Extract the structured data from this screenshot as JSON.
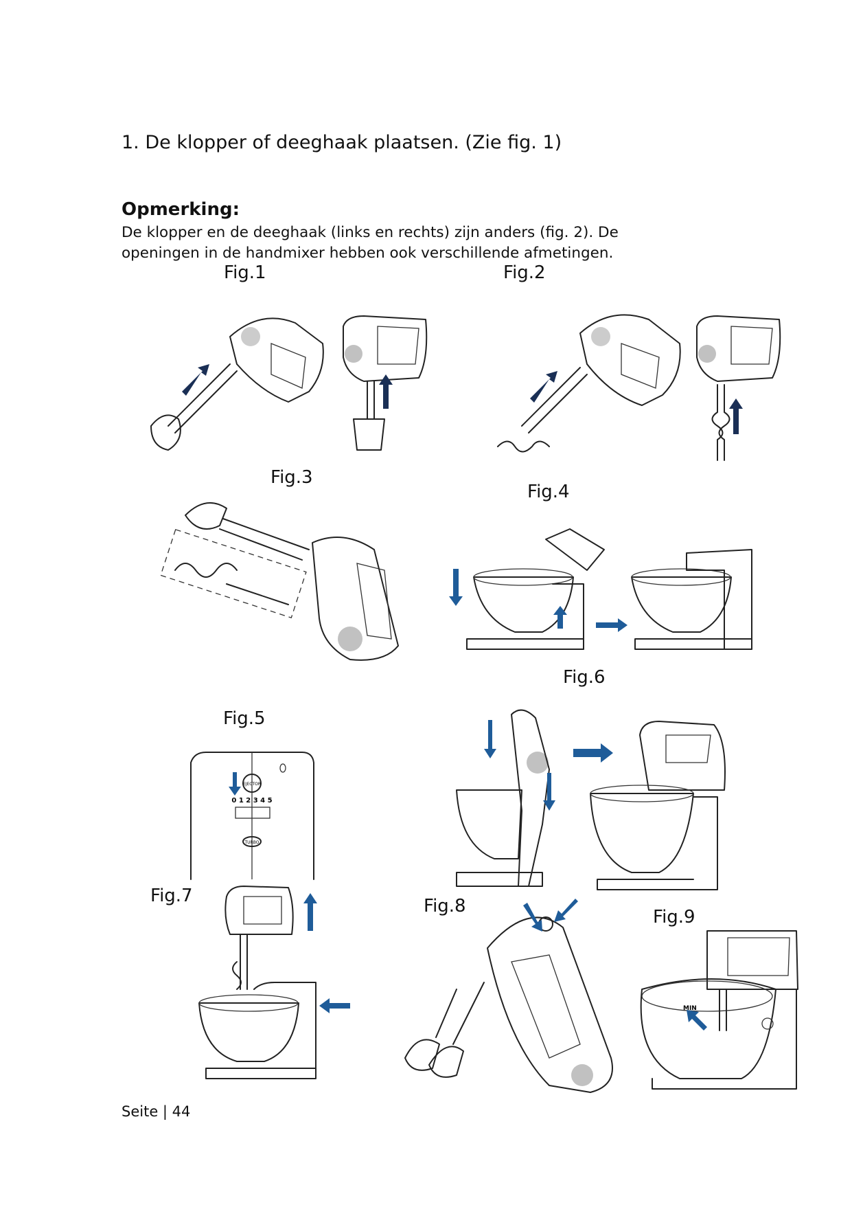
{
  "heading": "1. De klopper of deeghaak plaatsen. (Zie fig. 1)",
  "note": {
    "title": "Opmerking:",
    "lines": [
      "De klopper en de deeghaak (links en rechts) zijn anders (fig. 2). De",
      "openingen in de handmixer hebben ook verschillende afmetingen."
    ]
  },
  "figures": {
    "fig1": "Fig.1",
    "fig2": "Fig.2",
    "fig3": "Fig.3",
    "fig4": "Fig.4",
    "fig5": "Fig.5",
    "fig6": "Fig.6",
    "fig7": "Fig.7",
    "fig8": "Fig.8",
    "fig9": "Fig.9"
  },
  "fig5_labels": {
    "eject": "EJECTOR",
    "speeds": "0 1 2 3 4 5",
    "turbo": "TURBO"
  },
  "fig9_labels": {
    "min": "MIN"
  },
  "footer": "Seite | 44",
  "colors": {
    "arrow": "#1f5c99",
    "text": "#111111"
  }
}
